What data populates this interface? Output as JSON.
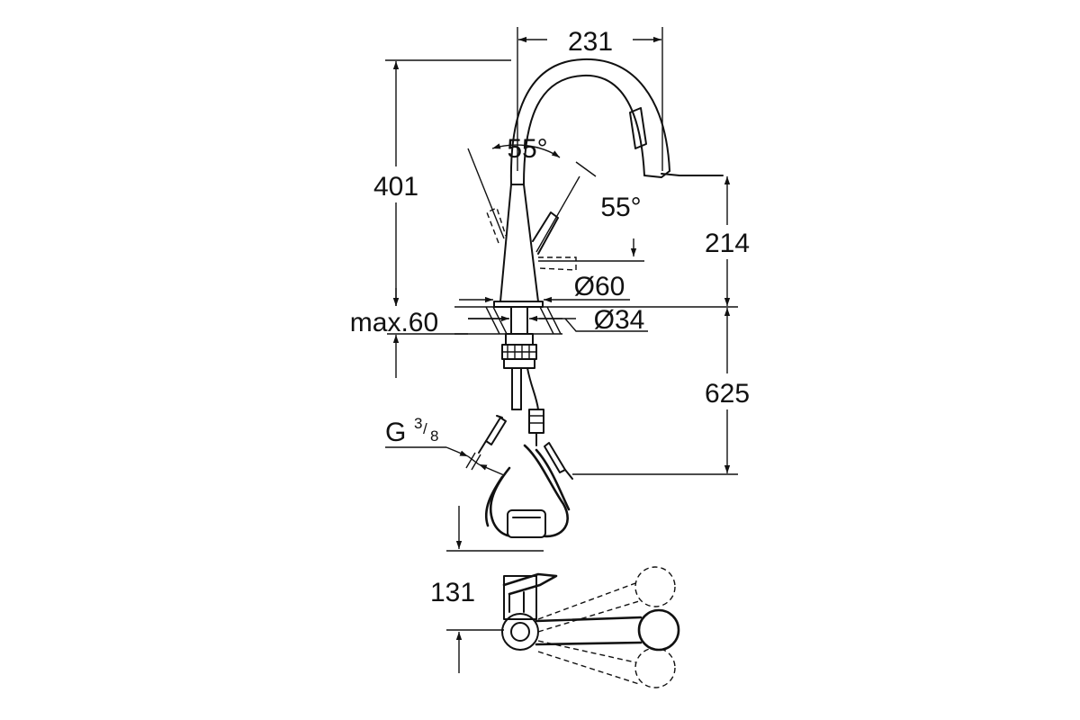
{
  "dimensions": {
    "spout_reach": "231",
    "total_height": "401",
    "spout_height": "214",
    "handle_angle_left": "55°",
    "handle_angle_right": "55°",
    "base_diameter": "Ø60",
    "hole_diameter": "Ø34",
    "max_thickness": "max.60",
    "hose_length": "625",
    "connection_thread_prefix": "G",
    "connection_thread_num": "3",
    "connection_thread_den": "8",
    "top_view_depth": "131"
  }
}
